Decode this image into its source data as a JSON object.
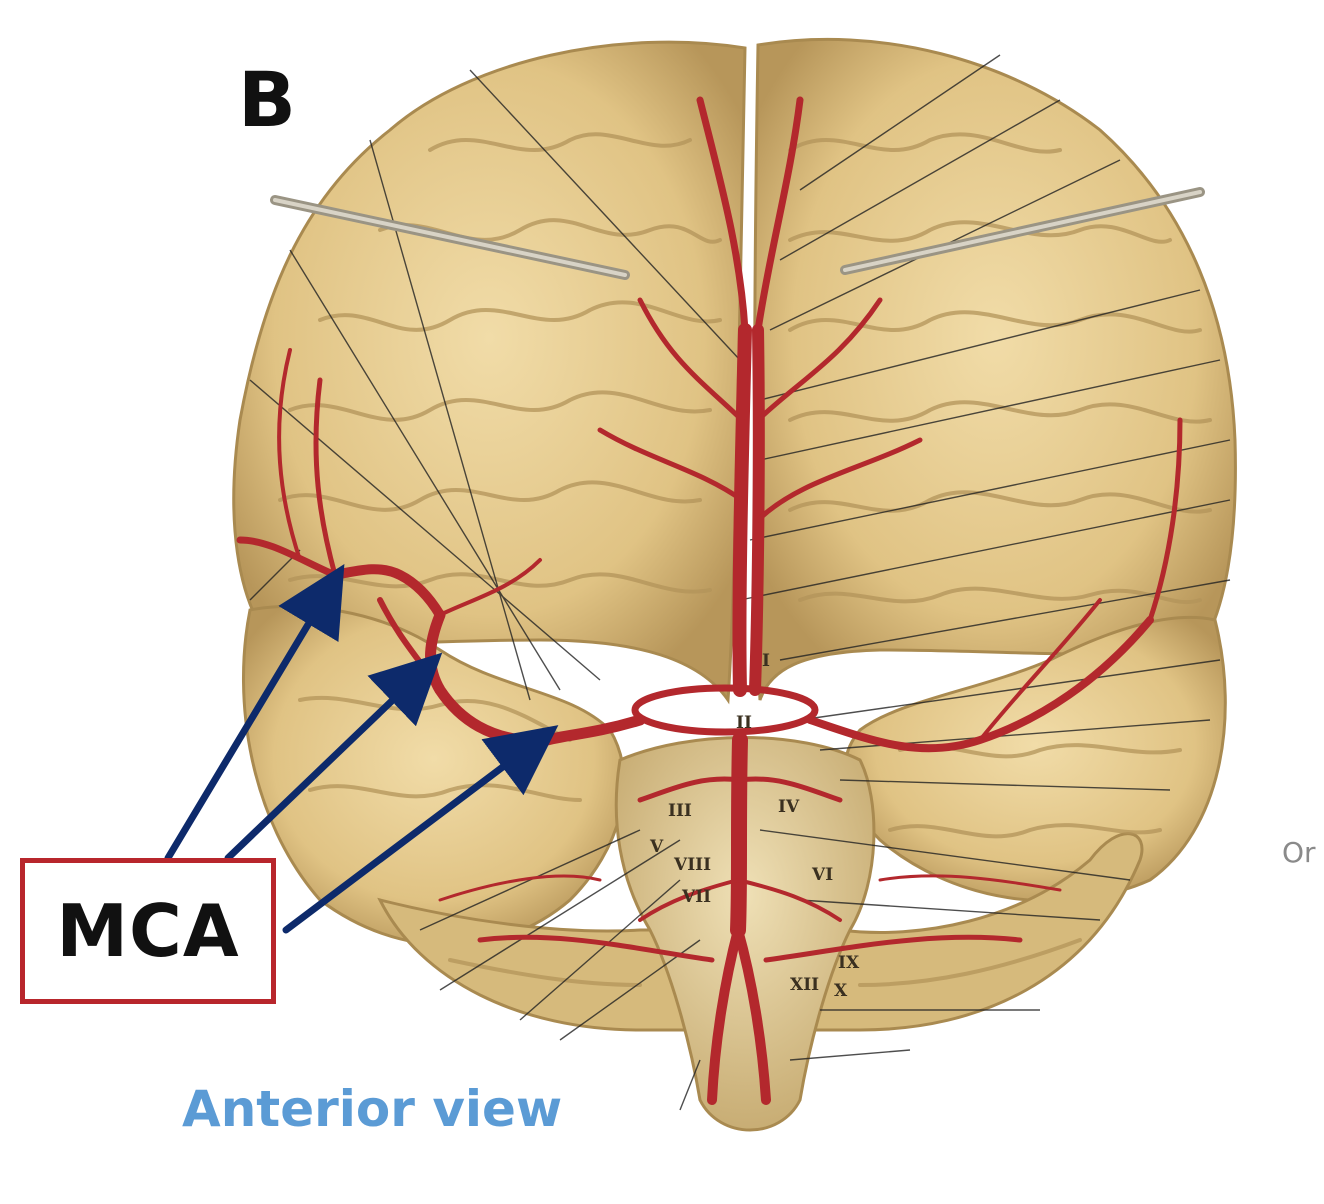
{
  "figure": {
    "panel_letter": "B",
    "callout_label": "MCA",
    "caption": "Anterior view",
    "edge_text": "Or",
    "cranial_nerves": [
      "I",
      "II",
      "III",
      "IV",
      "V",
      "VI",
      "VII",
      "VIII",
      "IX",
      "X",
      "XII"
    ]
  },
  "colors": {
    "brain_fill": "#e3c98e",
    "brain_shadow": "#b99a5c",
    "artery": "#b3282d",
    "arrow": "#0d2a6b",
    "callout_border": "#b8262c",
    "caption": "#5b9bd5"
  }
}
